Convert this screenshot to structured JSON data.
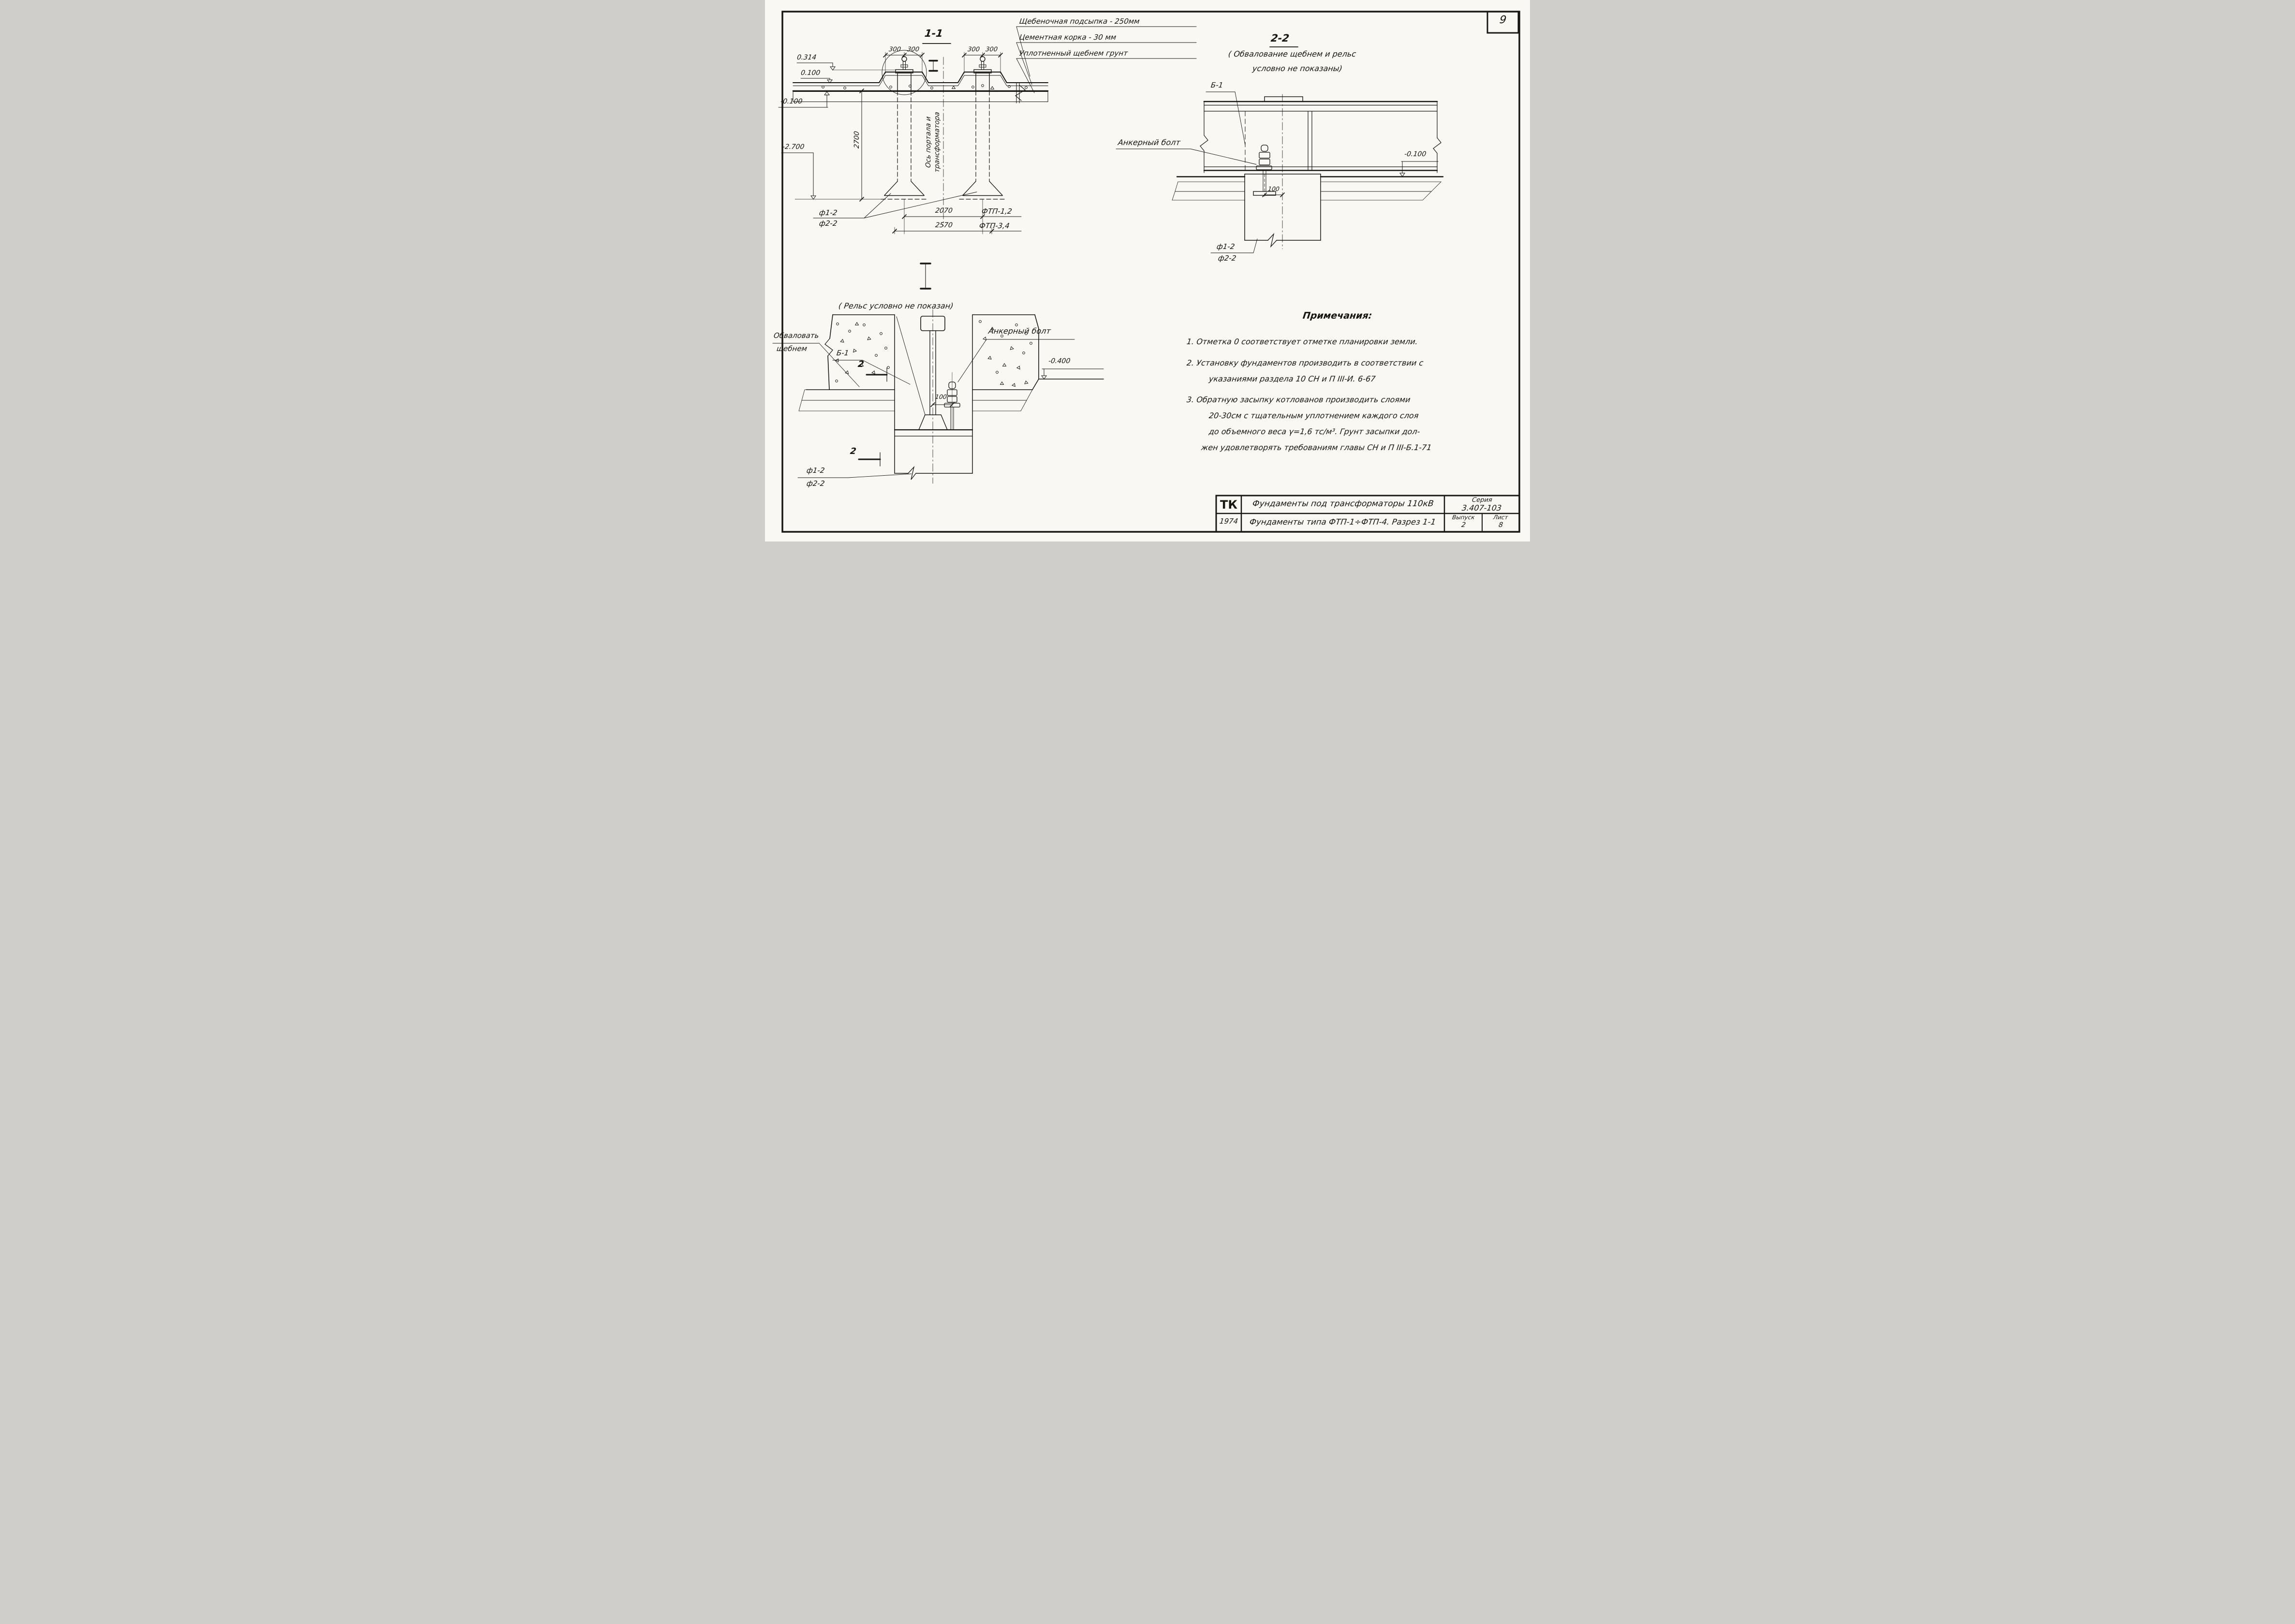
{
  "sheet": {
    "page_number": "9"
  },
  "view_1_1": {
    "title": "1-1",
    "legend_lines": [
      "Щебеночная подсыпка - 250мм",
      "Цементная корка  -  30 мм",
      "Уплотненный щебнем грунт"
    ],
    "elev_top": "0.314",
    "elev_crust": "0.100",
    "elev_ground": "-0.100",
    "elev_footing": "-2.700",
    "dim_300": "300",
    "dim_depth": "2700",
    "dim_axis_1": "2070",
    "dim_axis_2": "2570",
    "axis_line1": "Ось портала и",
    "axis_line2": "трансформатора",
    "label_f1": "ф1-2",
    "label_f2": "ф2-2",
    "label_ftp1": "ФТП-1,2",
    "label_ftp2": "ФТП-3,4"
  },
  "view_2_2": {
    "title": "2-2",
    "note_line1": "( Обвалование щебнем и рельс",
    "note_line2": "условно не показаны)",
    "label_b1": "Б-1",
    "label_bolt": "Анкерный болт",
    "elev_ground": "-0.100",
    "dim_100": "100",
    "label_f1": "ф1-2",
    "label_f2": "ф2-2"
  },
  "view_i": {
    "note": "( Рельс условно не показан)",
    "label_mound1": "Обваловать",
    "label_mound2": "щебнем",
    "label_b1": "Б-1",
    "label_bolt": "Анкерный болт",
    "elev_ground": "-0.400",
    "dim_100": "100",
    "section_digit": "2",
    "label_f1": "ф1-2",
    "label_f2": "ф2-2"
  },
  "notes": {
    "title": "Примечания:",
    "lines": [
      "1. Отметка 0 соответствует отметке планировки земли.",
      "2. Установку фундаментов производить в соответствии с",
      "указаниями раздела 10 СН и П III-И. 6-67",
      "3. Обратную засыпку котлованов производить слоями",
      "20-30см с тщательным уплотнением каждого слоя",
      "до объемного веса γ=1,6 тс/м³.  Грунт засыпки дол-",
      "жен удовлетворять требованиям главы СН и П III-Б.1-71"
    ]
  },
  "title_block": {
    "code": "ТК",
    "year": "1974",
    "row1_title": "Фундаменты под трансформаторы 110кВ",
    "row2_title": "Фундаменты типа ФТП-1÷ФТП-4.  Разрез 1-1",
    "series_label": "Серия",
    "series_value": "3.407-103",
    "issue_label": "Выпуск",
    "issue_value": "2",
    "sheet_label": "Лист",
    "sheet_value": "8"
  }
}
